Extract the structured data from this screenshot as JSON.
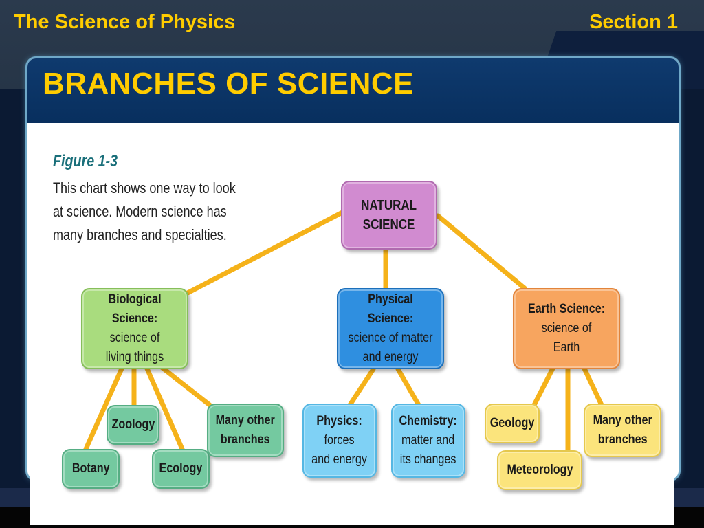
{
  "slide": {
    "title": "The Science of Physics",
    "section": "Section 1",
    "heading": "BRANCHES OF SCIENCE"
  },
  "figure": {
    "label": "Figure 1-3",
    "caption": [
      "This chart shows one way to look",
      "at science. Modern science has",
      "many branches and specialties."
    ]
  },
  "diagram": {
    "natural": [
      "NATURAL",
      "SCIENCE"
    ],
    "biological": {
      "title": "Biological Science:",
      "lines": [
        "science of",
        "living things"
      ]
    },
    "physical": {
      "title": "Physical Science:",
      "lines": [
        "science of matter",
        "and energy"
      ]
    },
    "earth": {
      "title": "Earth Science:",
      "lines": [
        "science of",
        "Earth"
      ]
    },
    "bio_children": {
      "zoology": "Zoology",
      "botany": "Botany",
      "ecology": "Ecology",
      "other": [
        "Many other",
        "branches"
      ]
    },
    "phys_children": {
      "physics": {
        "title": "Physics:",
        "lines": [
          "forces",
          "and energy"
        ]
      },
      "chemistry": {
        "title": "Chemistry:",
        "lines": [
          "matter and",
          "its changes"
        ]
      }
    },
    "earth_children": {
      "geology": "Geology",
      "meteorology": "Meteorology",
      "other": [
        "Many other",
        "branches"
      ]
    },
    "colors": {
      "connector": "#f5b21a",
      "natural": "#d18bd0",
      "biological": "#a9dc7e",
      "physical": "#2f8fe0",
      "earth": "#f7a55f",
      "bio_children": "#74c9a0",
      "phys_children": "#7fd1f5",
      "earth_children": "#fbe47c"
    }
  }
}
